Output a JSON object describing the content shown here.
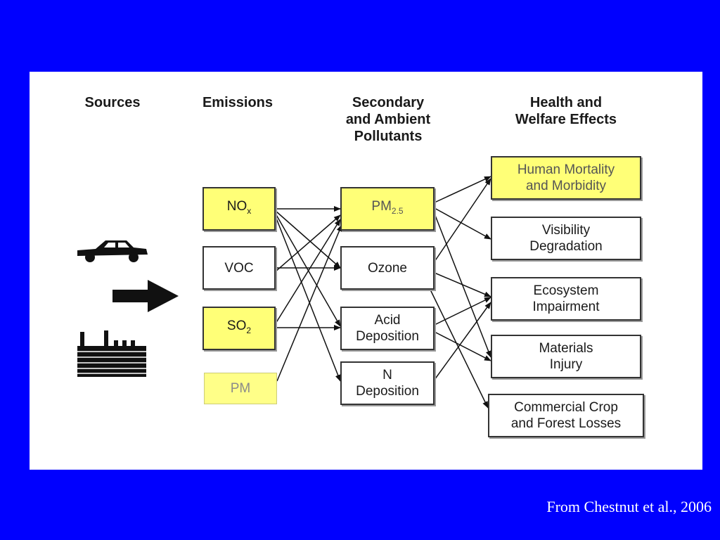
{
  "headers": {
    "sources": "Sources",
    "emissions": "Emissions",
    "secondary": "Secondary\nand Ambient\nPollutants",
    "effects": "Health and\nWelfare Effects"
  },
  "emissions": {
    "nox": {
      "base": "NO",
      "sub": "x"
    },
    "voc": "VOC",
    "so2": {
      "base": "SO",
      "sub": "2"
    },
    "pm": "PM"
  },
  "pollutants": {
    "pm25": {
      "base": "PM",
      "sub": "2.5"
    },
    "ozone": "Ozone",
    "acid": "Acid\nDeposition",
    "n": "N\nDeposition"
  },
  "effects": {
    "mortality": "Human Mortality\nand Morbidity",
    "visibility": "Visibility\nDegradation",
    "ecosystem": "Ecosystem\nImpairment",
    "materials": "Materials\nInjury",
    "crop": "Commercial Crop\nand Forest Losses"
  },
  "icons": [
    "car-icon",
    "arrow-right-icon",
    "factory-icon"
  ],
  "colors": {
    "background": "#0000ff",
    "highlight": "#ffff77",
    "panel": "#ffffff"
  },
  "citation": "From Chestnut et al., 2006"
}
